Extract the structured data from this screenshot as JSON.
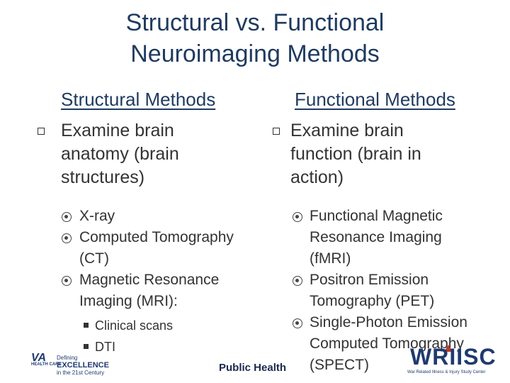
{
  "title": {
    "line1": "Structural vs. Functional",
    "line2": "Neuroimaging Methods"
  },
  "colors": {
    "title": "#1f3a5f",
    "text": "#333333",
    "accent_red": "#c0392b"
  },
  "left": {
    "heading": "Structural Methods",
    "main_line1": "Examine brain",
    "main_line2": "anatomy (brain",
    "main_line3": "structures)",
    "items": [
      {
        "line1": "X-ray",
        "line2": ""
      },
      {
        "line1": "Computed Tomography",
        "line2": "(CT)"
      },
      {
        "line1": "Magnetic Resonance",
        "line2": "Imaging (MRI):"
      }
    ],
    "sub_items": [
      "Clinical scans",
      "DTI"
    ]
  },
  "right": {
    "heading": "Functional Methods",
    "main_line1": "Examine brain",
    "main_line2": "function (brain in",
    "main_line3": "action)",
    "items": [
      {
        "line1": "Functional Magnetic",
        "line2": "Resonance Imaging",
        "line3": "(fMRI)"
      },
      {
        "line1": "Positron Emission",
        "line2": "Tomography (PET)"
      },
      {
        "line1": "Single-Photon Emission",
        "line2": "Computed Tomography",
        "line3": "(SPECT)"
      }
    ]
  },
  "footer": {
    "public_health": "Public Health",
    "va_mark": "VA",
    "va_sub": "HEALTH CARE",
    "va_defining": "Defining",
    "va_excellence": "EXCELLENCE",
    "va_century": "in the 21st Century",
    "wriisc": "WRIISC",
    "wriisc_sub": "War Related Illness & Injury Study Center"
  }
}
